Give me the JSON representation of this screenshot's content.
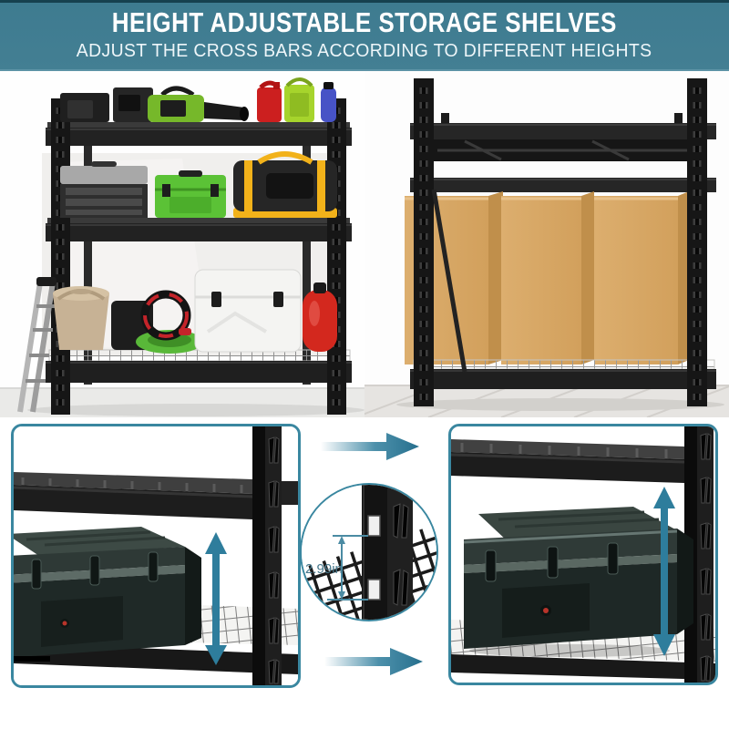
{
  "header": {
    "title": "HEIGHT ADJUSTABLE STORAGE SHELVES",
    "subtitle": "ADJUST THE CROSS BARS ACCORDING TO DIFFERENT HEIGHTS"
  },
  "photos": {
    "left": {
      "description": "black 3-tier storage rack loaded with tool boxes, sprayer, cans, duffel bag, ladder, bucket, jumper cables, cooler and buoy"
    },
    "right": {
      "description": "black storage rack with cross bars moved to top and three tall cardboard boxes on bottom shelf"
    }
  },
  "details": {
    "measurement_label": "2.99in",
    "left_panel": {
      "description": "hard case on lower wire shelf, up-down arrow showing clearance to cross bar"
    },
    "right_panel": {
      "description": "hard case with cross bar adjusted, up-down arrow showing new clearance"
    },
    "flow_icons": [
      "right-arrow",
      "right-arrow"
    ],
    "detail_icons": [
      "up-down-arrow",
      "up-down-arrow",
      "upright-post-hole-pitch"
    ]
  },
  "colors": {
    "header_background": "#3E7B90",
    "header_top_edge": "#16414F",
    "accent_teal": "#2E7D9C",
    "panel_border": "#3A87A0",
    "measurement_text": "#47788C",
    "rack_black": "#1A1A1A",
    "cardboard": "#D9A966",
    "case_green": "#25302E",
    "cooler_white": "#F4F4F2",
    "buoy_red": "#D3281E",
    "duffel_yellow": "#F2B21A",
    "sprayer_green": "#76B82A"
  }
}
